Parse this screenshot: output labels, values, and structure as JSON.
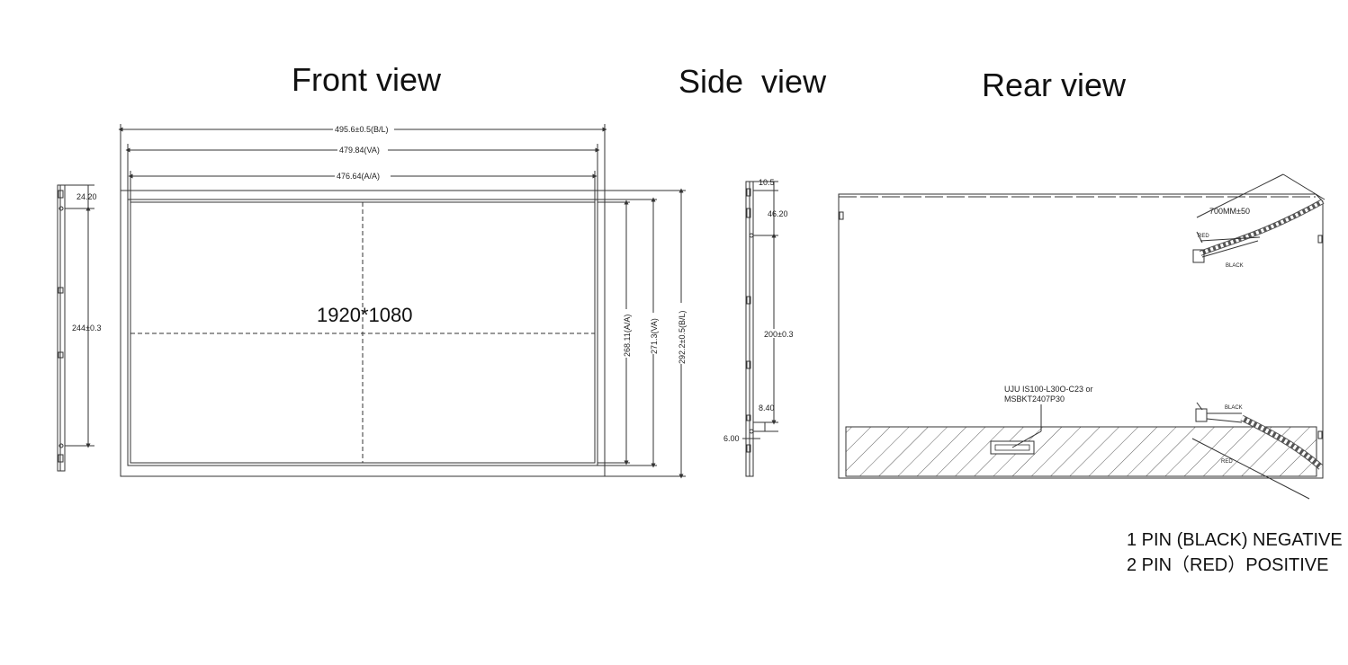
{
  "titles": {
    "front": "Front view",
    "side": "Side  view",
    "rear": "Rear view"
  },
  "front": {
    "width_bl": "495.6±0.5(B/L)",
    "width_va": "479.84(VA)",
    "width_aa": "476.64(A/A)",
    "resolution": "1920*1080",
    "height_aa": "268.11(A/A)",
    "height_va": "271.3(VA)",
    "height_bl": "292.2±0.5(B/L)",
    "edge_top_offset": "24.20",
    "edge_mount_pitch": "244±0.3"
  },
  "side": {
    "thickness": "10.5",
    "top_offset": "46.20",
    "mount_pitch": "200±0.3",
    "lower_offset": "8.40",
    "bottom_offset": "6.00"
  },
  "rear": {
    "cable_length": "700MM±50",
    "wire_red": "RED",
    "wire_black": "BLACK",
    "wire_black_lower": "BLACK",
    "wire_red_lower": "RED",
    "connector_line1": "UJU IS100-L30O-C23 or",
    "connector_line2": "MSBKT2407P30"
  },
  "notes": {
    "pin1": "1 PIN  (BLACK) NEGATIVE",
    "pin2": "2 PIN（RED）POSITIVE"
  }
}
